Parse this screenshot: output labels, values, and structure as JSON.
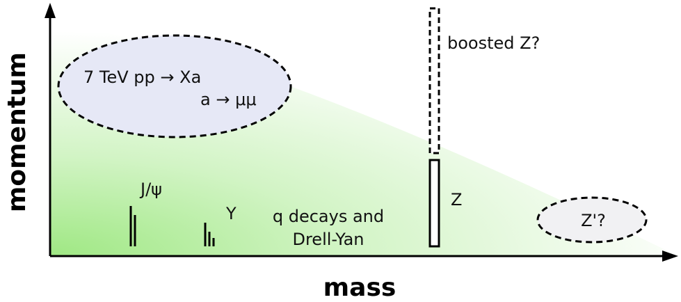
{
  "axes": {
    "x_label": "mass",
    "y_label": "momentum"
  },
  "colors": {
    "green_region": "#7fe05a",
    "signal_ellipse": "#e6e8f6",
    "zprime_ellipse": "#f1f1f3",
    "stroke": "#000000"
  },
  "signal_region": {
    "line1": "7 TeV pp → Xa",
    "line2": "a → μμ"
  },
  "resonances": {
    "jpsi": "J/ψ",
    "upsilon": "Υ",
    "z": "Z",
    "boosted_z": "boosted Z?",
    "zprime": "Z'?"
  },
  "continuum": {
    "line1": "q decays and",
    "line2": "Drell-Yan"
  }
}
